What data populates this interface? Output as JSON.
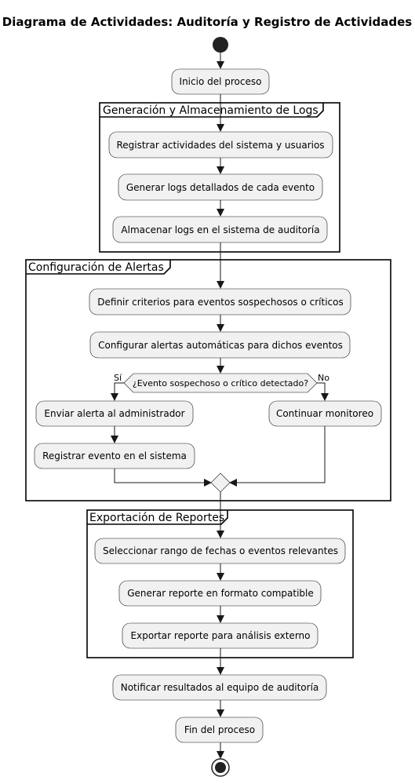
{
  "title": "Diagrama de Actividades: Auditoría y Registro de Actividades",
  "nodes": {
    "inicio": "Inicio del proceso",
    "registrar_actividades": "Registrar actividades del sistema y usuarios",
    "generar_logs": "Generar logs detallados de cada evento",
    "almacenar_logs": "Almacenar logs en el sistema de auditoría",
    "definir_criterios": "Definir criterios para eventos sospechosos o críticos",
    "configurar_alertas": "Configurar alertas automáticas para dichos eventos",
    "enviar_alerta": "Enviar alerta al administrador",
    "registrar_evento": "Registrar evento en el sistema",
    "continuar_monitoreo": "Continuar monitoreo",
    "seleccionar_rango": "Seleccionar rango de fechas o eventos relevantes",
    "generar_reporte": "Generar reporte en formato compatible",
    "exportar_reporte": "Exportar reporte para análisis externo",
    "notificar": "Notificar resultados al equipo de auditoría",
    "fin": "Fin del proceso"
  },
  "partitions": {
    "logs": "Generación y Almacenamiento de Logs",
    "alertas": "Configuración de Alertas",
    "reportes": "Exportación de Reportes"
  },
  "decision": {
    "condition": "¿Evento sospechoso o crítico detectado?",
    "yes_label": "Sí",
    "no_label": "No"
  }
}
